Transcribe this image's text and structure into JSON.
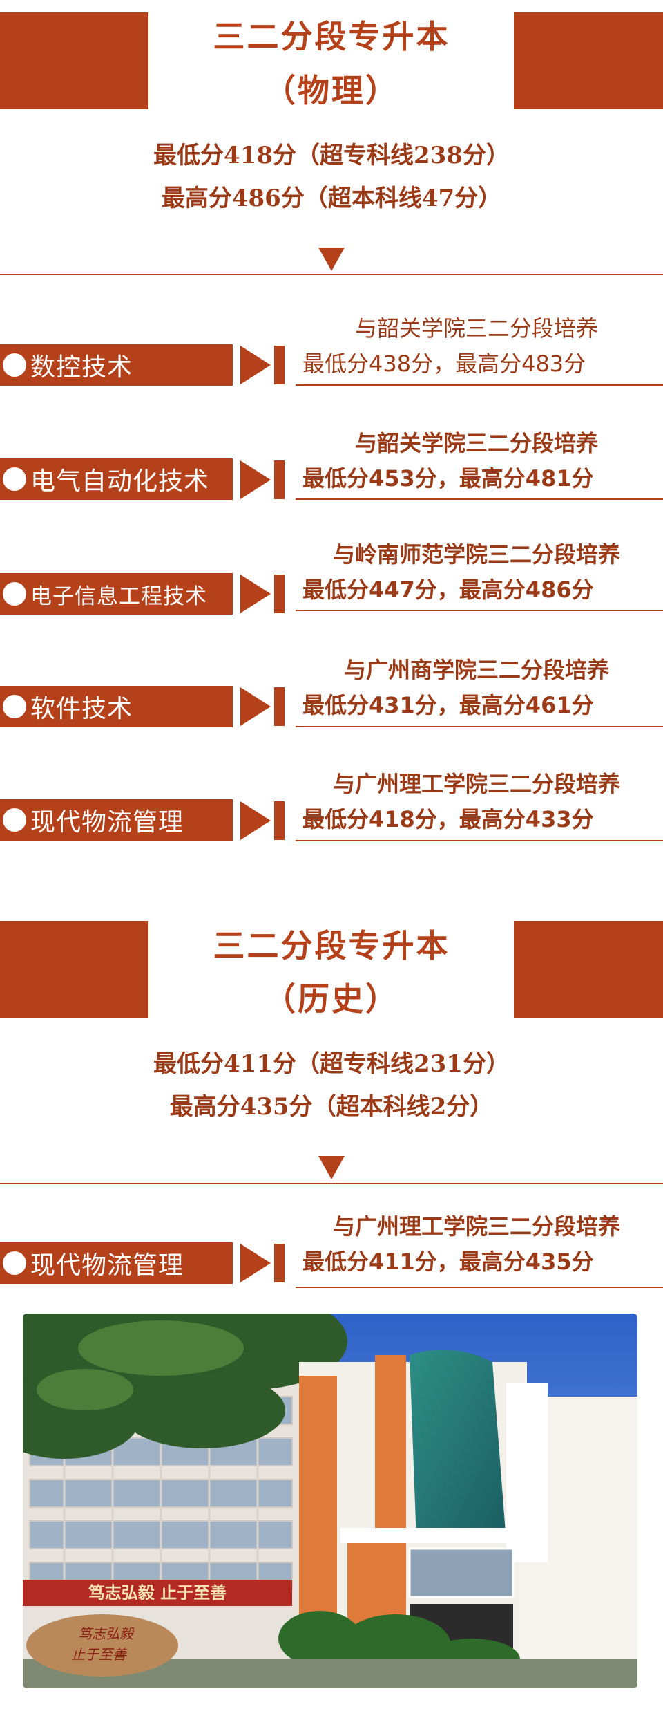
{
  "sections": [
    {
      "title_line1": "三二分段专升本",
      "title_line2": "（物理）",
      "score_line1": "最低分418分（超专科线238分）",
      "score_line2": "最高分486分（超本科线47分）"
    },
    {
      "title_line1": "三二分段专升本",
      "title_line2": "（历史）",
      "score_line1": "最低分411分（超专科线231分）",
      "score_line2": "最高分435分（超本科线2分）"
    }
  ],
  "majors": [
    {
      "name": "数控技术",
      "partner": "与韶关学院三二分段培养",
      "scores": "最低分438分，最高分483分"
    },
    {
      "name": "电气自动化技术",
      "partner": "与韶关学院三二分段培养",
      "scores": "最低分453分，最高分481分"
    },
    {
      "name": "电子信息工程技术",
      "partner": "与岭南师范学院三二分段培养",
      "scores": "最低分447分，最高分486分"
    },
    {
      "name": "软件技术",
      "partner": "与广州商学院三二分段培养",
      "scores": "最低分431分，最高分461分"
    },
    {
      "name": "现代物流管理",
      "partner": "与广州理工学院三二分段培养",
      "scores": "最低分418分，最高分433分"
    },
    {
      "name": "现代物流管理",
      "partner": "与广州理工学院三二分段培养",
      "scores": "最低分411分，最高分435分"
    }
  ],
  "photo": {
    "banner_text": "笃志弘毅 止于至善",
    "stone_text_1": "笃志弘毅",
    "stone_text_2": "止于至善"
  },
  "colors": {
    "accent": "#b5411b",
    "text": "#9a3a17"
  }
}
